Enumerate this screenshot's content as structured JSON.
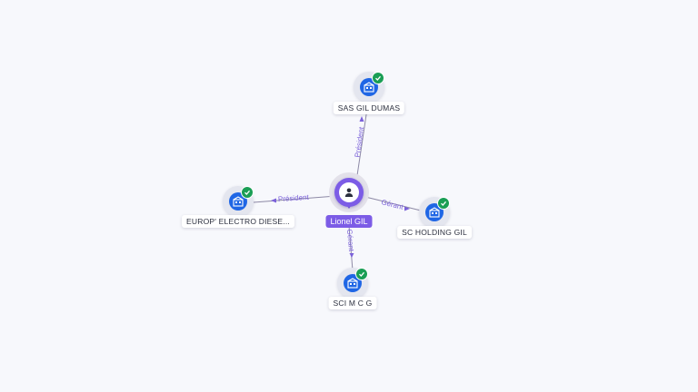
{
  "person": {
    "name": "Lionel GIL",
    "icon": "person-icon",
    "color": "#7c5ce6"
  },
  "companies": [
    {
      "id": "sas-gil-dumas",
      "name": "SAS GIL DUMAS",
      "icon": "company-building-icon",
      "verified": true
    },
    {
      "id": "europ-electro",
      "name": "EUROP' ELECTRO DIESE...",
      "icon": "company-building-icon",
      "verified": true
    },
    {
      "id": "sc-holding-gil",
      "name": "SC HOLDING GIL",
      "icon": "company-building-icon",
      "verified": true
    },
    {
      "id": "sci-mcg",
      "name": "SCI M C G",
      "icon": "company-building-icon",
      "verified": true
    }
  ],
  "relations": [
    {
      "target": "sas-gil-dumas",
      "label": "Président"
    },
    {
      "target": "europ-electro",
      "label": "Président"
    },
    {
      "target": "sc-holding-gil",
      "label": "Gérant"
    },
    {
      "target": "sci-mcg",
      "label": "Gérant"
    }
  ],
  "colors": {
    "company": "#1f66e5",
    "verified": "#1a9e55",
    "edge": "#8e8aa6",
    "edge_label": "#7b61d9"
  }
}
